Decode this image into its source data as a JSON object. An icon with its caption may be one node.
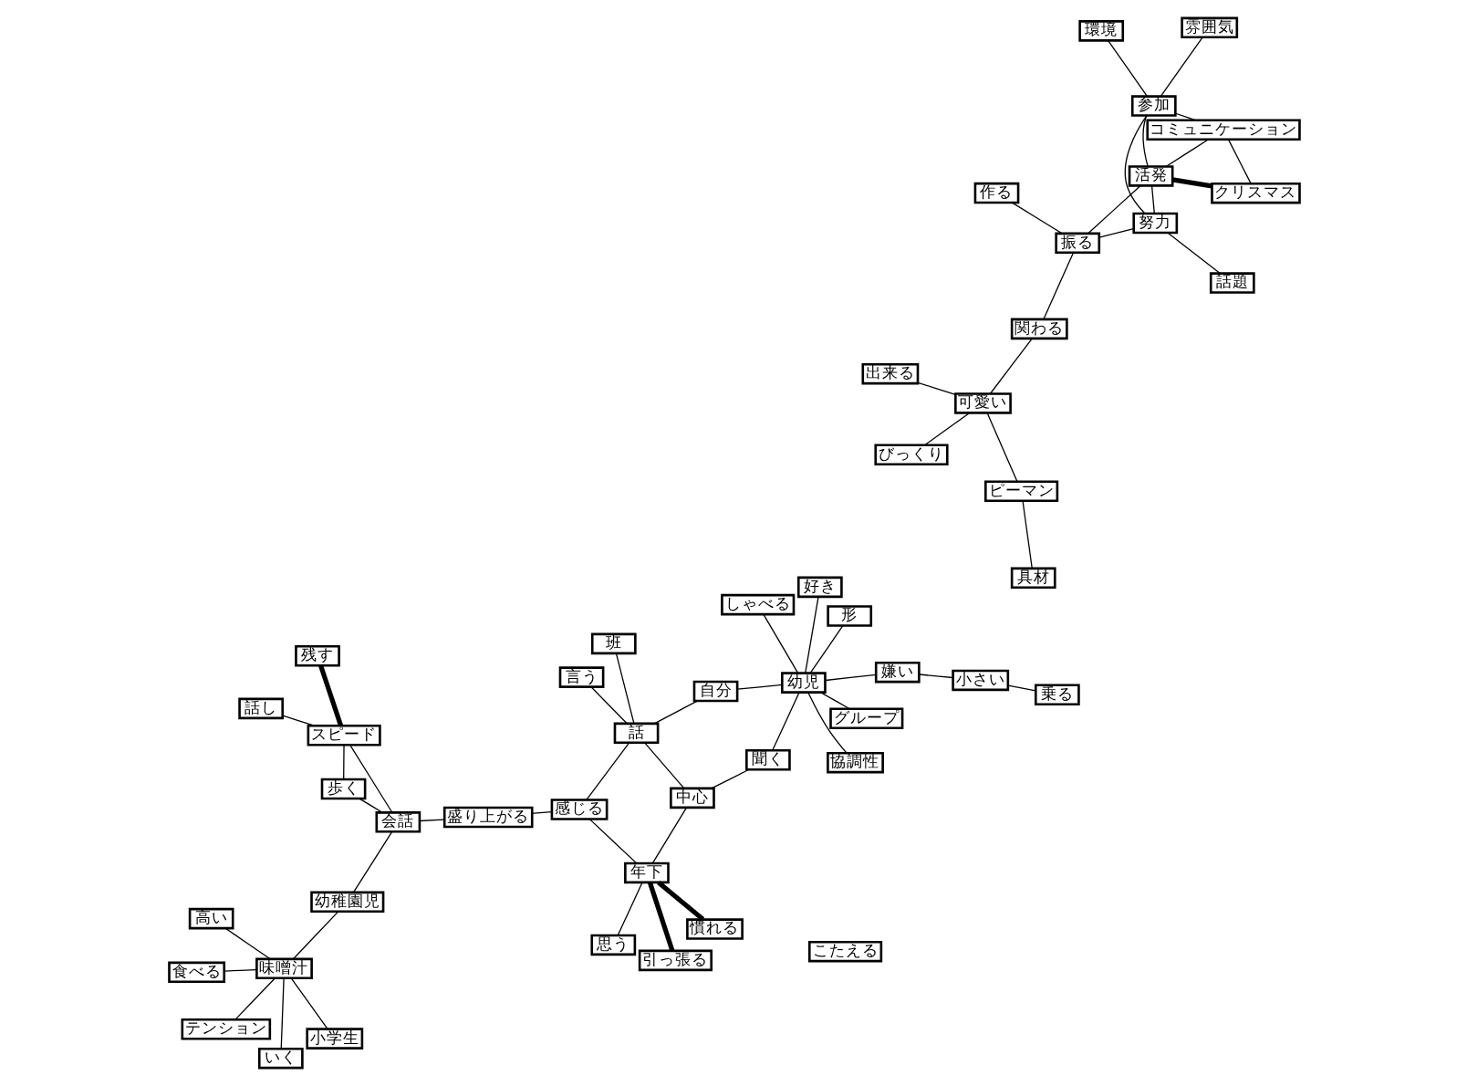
{
  "diagram": {
    "nodes": [
      {
        "text": [
          "食べる"
        ]
      },
      {
        "text": [
          "いく"
        ]
      },
      {
        "text": [
          "テンション"
        ]
      },
      {
        "text": [
          "味噌汁"
        ]
      },
      {
        "text": [
          "小学生"
        ]
      },
      {
        "text": [
          "高い"
        ]
      },
      {
        "text": [
          "幼稚園児"
        ]
      },
      {
        "text": [
          "慣れる"
        ]
      },
      {
        "text": [
          "引っ張る"
        ]
      },
      {
        "text": [
          "会話"
        ]
      },
      {
        "text": [
          "歩く"
        ]
      },
      {
        "text": [
          "年下"
        ]
      },
      {
        "text": [
          "言う"
        ]
      },
      {
        "text": [
          "盛り上がる"
        ]
      },
      {
        "text": [
          "スピード"
        ]
      },
      {
        "text": [
          "中心"
        ]
      },
      {
        "text": [
          "感じる"
        ]
      },
      {
        "text": [
          "思う"
        ]
      },
      {
        "text": [
          "残す"
        ]
      },
      {
        "text": [
          "聞く"
        ]
      },
      {
        "text": [
          "話"
        ]
      },
      {
        "text": [
          "話し"
        ]
      },
      {
        "text": [
          "しゃべる"
        ]
      },
      {
        "text": [
          "好き"
        ]
      },
      {
        "text": [
          "自分"
        ]
      },
      {
        "text": [
          "こたえる"
        ]
      },
      {
        "text": [
          "グループ"
        ]
      },
      {
        "text": [
          "幼児"
        ]
      },
      {
        "text": [
          "班"
        ]
      },
      {
        "text": [
          "協調性"
        ]
      },
      {
        "text": [
          "形"
        ]
      },
      {
        "text": [
          "嫌い"
        ]
      },
      {
        "text": [
          "小さい"
        ]
      },
      {
        "text": [
          "出来る"
        ]
      },
      {
        "text": [
          "具材"
        ]
      },
      {
        "text": [
          "乗る"
        ]
      },
      {
        "text": [
          "ピーマン"
        ]
      },
      {
        "text": [
          "クリスマス"
        ]
      },
      {
        "text": [
          "関わる"
        ]
      },
      {
        "text": [
          "可愛い"
        ]
      },
      {
        "text": [
          "びっくり"
        ]
      },
      {
        "text": [
          "コミュニケーション"
        ]
      },
      {
        "text": [
          "環境"
        ]
      },
      {
        "text": [
          "活発"
        ]
      },
      {
        "text": [
          "参加"
        ]
      },
      {
        "text": [
          "作る"
        ]
      },
      {
        "text": [
          "振る"
        ]
      },
      {
        "text": [
          "努力"
        ]
      },
      {
        "text": [
          "雰囲気"
        ]
      },
      {
        "text": [
          "話題"
        ]
      }
    ],
    "edges": [
      {
        "from": 3,
        "to": 0,
        "arrow": "none"
      },
      {
        "from": 3,
        "to": 1,
        "arrow": "none"
      },
      {
        "from": 3,
        "to": 2,
        "arrow": "none"
      },
      {
        "from": 3,
        "to": 4,
        "arrow": "none"
      },
      {
        "from": 3,
        "to": 5,
        "arrow": "none"
      },
      {
        "from": 3,
        "to": 6,
        "arrow": "none"
      },
      {
        "from": 6,
        "to": 9,
        "arrow": "none"
      },
      {
        "from": 7,
        "to": 11,
        "arrow": "none",
        "style": "thick"
      },
      {
        "from": 8,
        "to": 11,
        "arrow": "none",
        "style": "thick"
      },
      {
        "from": 9,
        "to": 10,
        "arrow": "none"
      },
      {
        "from": 9,
        "to": 13,
        "arrow": "none"
      },
      {
        "from": 9,
        "to": 14,
        "arrow": "none"
      },
      {
        "from": 14,
        "to": 10,
        "arrow": "none"
      },
      {
        "from": 14,
        "to": 18,
        "arrow": "none",
        "style": "thick"
      },
      {
        "from": 14,
        "to": 21,
        "arrow": "none"
      },
      {
        "from": 11,
        "to": 15,
        "arrow": "none"
      },
      {
        "from": 11,
        "to": 16,
        "arrow": "none"
      },
      {
        "from": 11,
        "to": 17,
        "arrow": "none"
      },
      {
        "from": 12,
        "to": 20,
        "arrow": "none"
      },
      {
        "from": 13,
        "to": 16,
        "arrow": "none"
      },
      {
        "from": 15,
        "to": 20,
        "arrow": "none"
      },
      {
        "from": 15,
        "to": 19,
        "arrow": "none"
      },
      {
        "from": 20,
        "to": 16,
        "arrow": "none"
      },
      {
        "from": 20,
        "to": 28,
        "arrow": "none"
      },
      {
        "from": 20,
        "to": 24,
        "arrow": "none"
      },
      {
        "from": 19,
        "to": 27,
        "arrow": "none"
      },
      {
        "from": 24,
        "to": 27,
        "arrow": "none"
      },
      {
        "from": 22,
        "to": 27,
        "arrow": "none"
      },
      {
        "from": 23,
        "to": 27,
        "arrow": "none"
      },
      {
        "from": 26,
        "to": 27,
        "arrow": "none"
      },
      {
        "from": 29,
        "to": 27,
        "arrow": "none"
      },
      {
        "from": 30,
        "to": 27,
        "arrow": "none"
      },
      {
        "from": 31,
        "to": 27,
        "arrow": "none"
      },
      {
        "from": 31,
        "to": 32,
        "arrow": "none"
      },
      {
        "from": 32,
        "to": 35,
        "arrow": "none"
      },
      {
        "from": 37,
        "to": 43,
        "arrow": "none",
        "style": "thick"
      },
      {
        "from": 37,
        "to": 41,
        "arrow": "none"
      },
      {
        "from": 41,
        "to": 43,
        "arrow": "none"
      },
      {
        "from": 41,
        "to": 44,
        "arrow": "none"
      },
      {
        "from": 38,
        "to": 46,
        "arrow": "none"
      },
      {
        "from": 42,
        "to": 44,
        "arrow": "none"
      },
      {
        "from": 43,
        "to": 46,
        "arrow": "none"
      },
      {
        "from": 43,
        "to": 47,
        "arrow": "none"
      },
      {
        "from": 43,
        "to": 44,
        "arrow": "none"
      },
      {
        "from": 46,
        "to": 45,
        "arrow": "none"
      },
      {
        "from": 46,
        "to": 47,
        "arrow": "none"
      },
      {
        "from": 47,
        "to": 44,
        "arrow": "none"
      },
      {
        "from": 47,
        "to": 49,
        "arrow": "none"
      },
      {
        "from": 44,
        "to": 48,
        "arrow": "none"
      },
      {
        "from": 38,
        "to": 39,
        "arrow": "none"
      },
      {
        "from": 39,
        "to": 33,
        "arrow": "none"
      },
      {
        "from": 39,
        "to": 36,
        "arrow": "none"
      },
      {
        "from": 39,
        "to": 40,
        "arrow": "none"
      },
      {
        "from": 36,
        "to": 34,
        "arrow": "none"
      }
    ]
  }
}
